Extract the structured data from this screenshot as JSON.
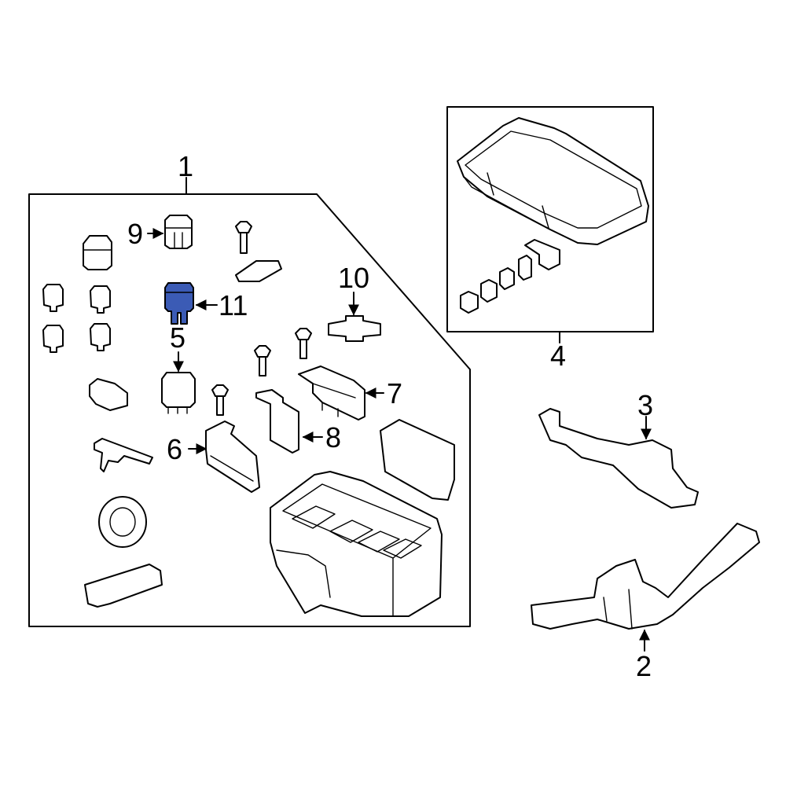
{
  "diagram": {
    "highlight_color": "#3b5bb5",
    "callouts": [
      {
        "id": "1",
        "label": "1"
      },
      {
        "id": "2",
        "label": "2"
      },
      {
        "id": "3",
        "label": "3"
      },
      {
        "id": "4",
        "label": "4"
      },
      {
        "id": "5",
        "label": "5"
      },
      {
        "id": "6",
        "label": "6"
      },
      {
        "id": "7",
        "label": "7"
      },
      {
        "id": "8",
        "label": "8"
      },
      {
        "id": "9",
        "label": "9"
      },
      {
        "id": "10",
        "label": "10"
      },
      {
        "id": "11",
        "label": "11"
      }
    ]
  }
}
